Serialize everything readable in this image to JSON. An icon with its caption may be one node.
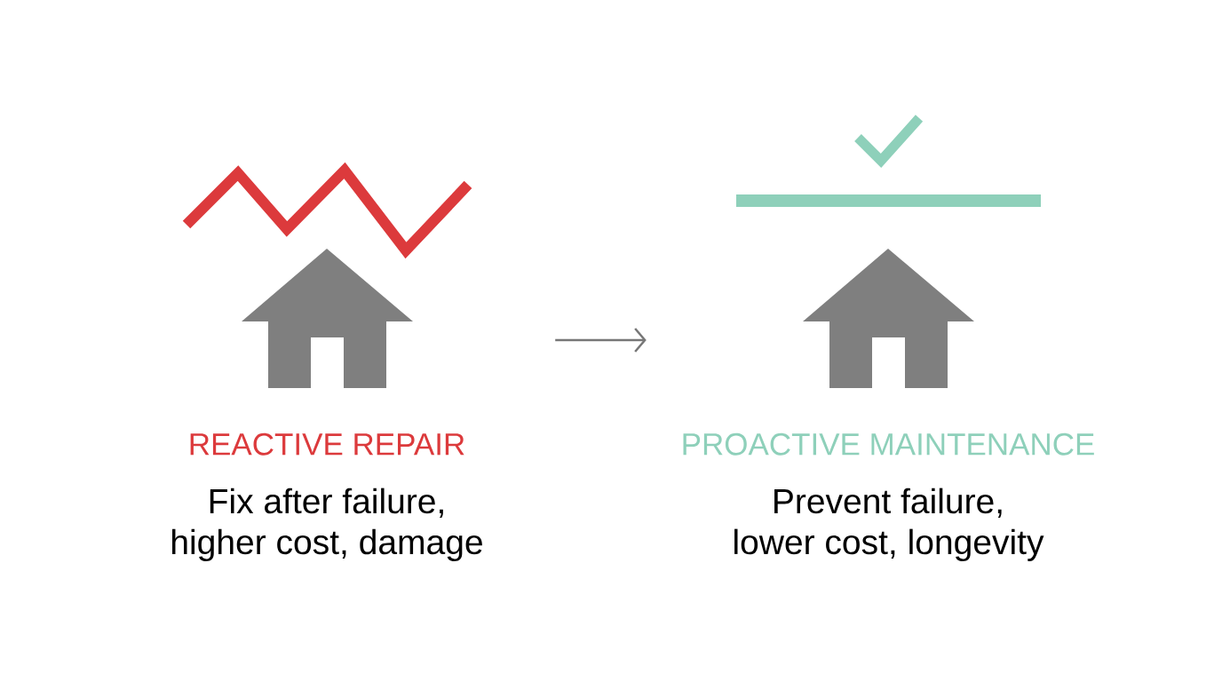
{
  "diagram": {
    "nodes": [
      {
        "text": [
          "REACTIVE REPAIR",
          "Fix after failure, higher cost, damage"
        ]
      },
      {
        "text": [
          "PROACTIVE MAINTENANCE",
          "Prevent failure, lower cost, longevity"
        ]
      }
    ],
    "edges": [
      {
        "from": 0,
        "to": 1,
        "arrow": "to"
      }
    ]
  }
}
